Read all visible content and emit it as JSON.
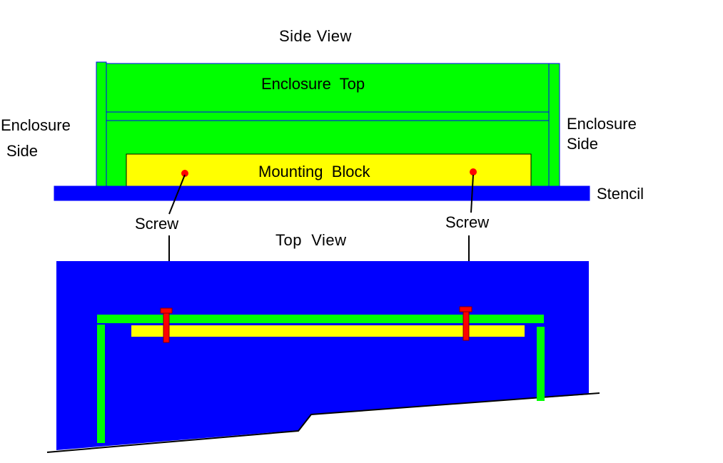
{
  "side_view": {
    "title": "Side View",
    "enclosure_top_label": "Enclosure  Top",
    "mounting_block_label": "Mounting  Block",
    "stencil_label": "Stencil",
    "left_side_label_line1": "Enclosure",
    "left_side_label_line2": "Side",
    "right_side_label_line1": "Enclosure",
    "right_side_label_line2": "Side",
    "screw_left_label": "Screw",
    "screw_right_label": "Screw"
  },
  "top_view": {
    "title": "Top  View"
  },
  "colors": {
    "enclosure": "#00ff00",
    "mounting_block": "#ffff00",
    "stencil": "#0000ff",
    "screw": "#ff0000",
    "outline": "#000000"
  }
}
